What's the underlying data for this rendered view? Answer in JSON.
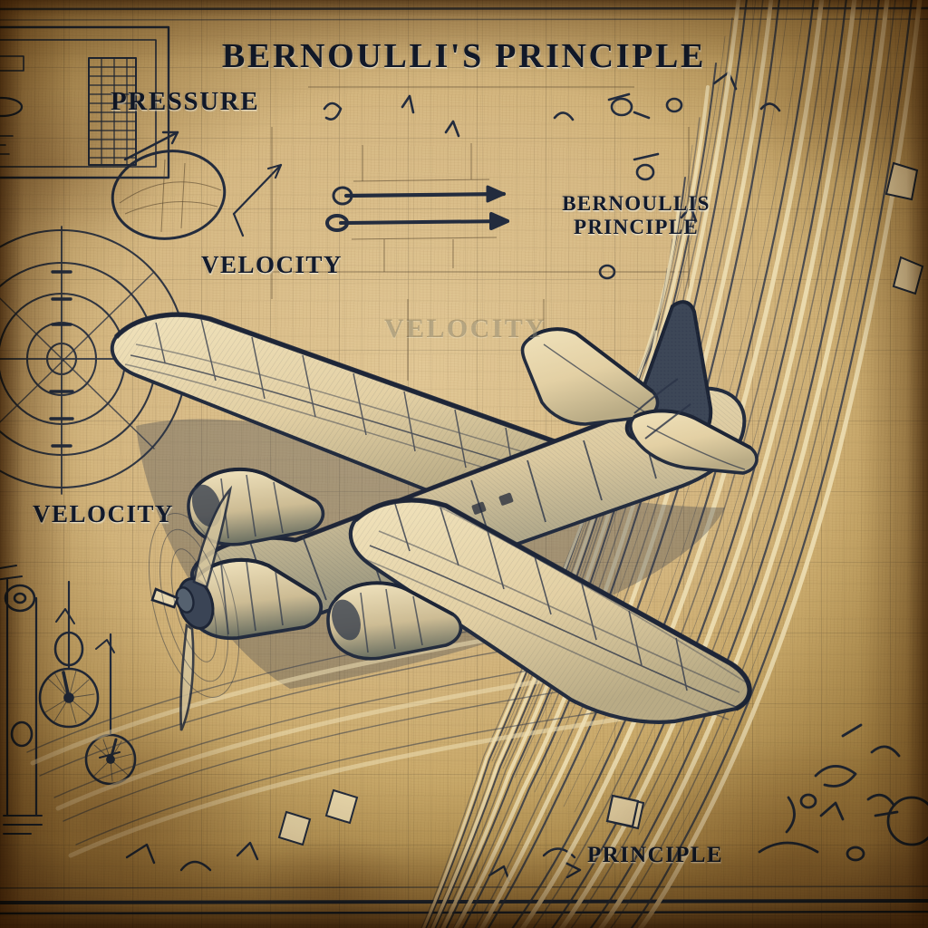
{
  "image": {
    "kind": "vintage-engineering-sketch",
    "medium": "aged grid paper with ink drawing",
    "subject": "propeller aircraft in airflow"
  },
  "labels": {
    "title": "BERNOULLI'S PRINCIPLE",
    "pressure": "PRESSURE",
    "velocity_top": "VELOCITY",
    "velocity_left": "VELOCITY",
    "principle_bottom": "PRINCIPLE",
    "bernoullis_principle_line1": "BERNOULLIS",
    "bernoullis_principle_line2": "PRINCIPLE",
    "ghost_velocity": "VELOCITY"
  },
  "colors": {
    "paper_light": "#e2c896",
    "paper_mid": "#d7ba85",
    "paper_dark": "#b8964f",
    "edge_burn": "#4a2e0c",
    "ink": "#232c3e",
    "ink_faint": "#4e3e28",
    "highlight": "#efe0b5",
    "text": "#121a2c"
  },
  "elements": {
    "aircraft": "four-engine propeller monoplane, three-quarter view, hatched panel lines",
    "streamlines": "dense curved airflow lines sweeping to the right edge",
    "flow_arrowheads": 5,
    "compass_rose": "concentric circle polar diagram, left edge mid-height",
    "title_block": "ladder-scale technical frame, top-left corner",
    "gauges": "circular dial sketches with radial hatching, lower-left",
    "grid": "ruled squares approx 76 x 78 px",
    "margin_rules": "double horizontal rules along bottom edge"
  }
}
